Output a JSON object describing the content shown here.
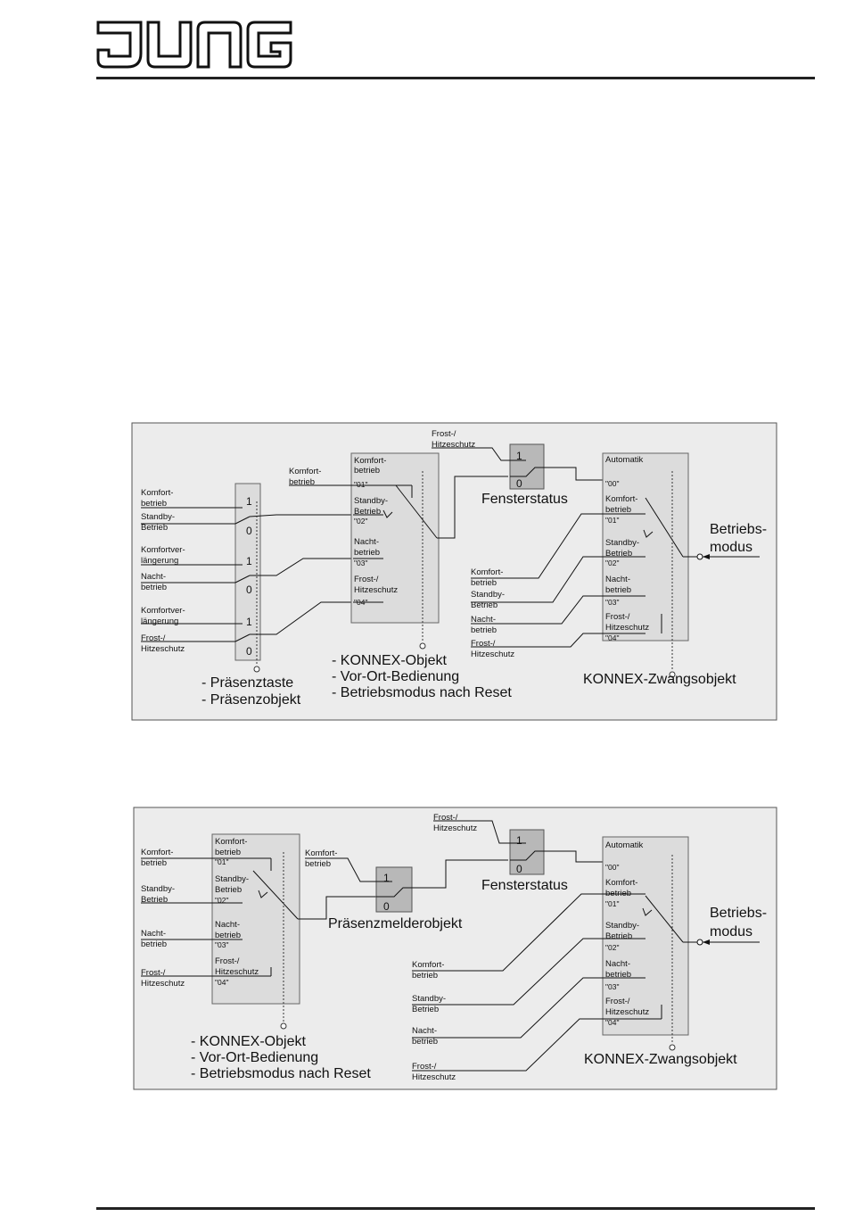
{
  "header": {
    "logo_text": "JUNG"
  },
  "diagram1": {
    "presence_box": {
      "inputs": [
        {
          "label_1": "Komfort-",
          "label_2": "betrieb"
        },
        {
          "label_1": "Standby-",
          "label_2": "Betrieb"
        },
        {
          "label_1": "Komfortver-",
          "label_2": "längerung"
        },
        {
          "label_1": "Nacht-",
          "label_2": "betrieb"
        },
        {
          "label_1": "Komfortver-",
          "label_2": "längerung"
        },
        {
          "label_1": "Frost-/",
          "label_2": "Hitzeschutz"
        }
      ],
      "switch_values": [
        "1",
        "0",
        "1",
        "0",
        "1",
        "0"
      ],
      "caption": [
        "- Präsenztaste",
        "- Präsenzobjekt"
      ]
    },
    "konnex_box": {
      "input_label_1": "Komfort-",
      "input_label_2": "betrieb",
      "modes": [
        {
          "label_1": "Komfort-",
          "label_2": "betrieb",
          "code": "\"01\""
        },
        {
          "label_1": "Standby-",
          "label_2": "Betrieb",
          "code": "\"02\""
        },
        {
          "label_1": "Nacht-",
          "label_2": "betrieb",
          "code": "\"03\""
        },
        {
          "label_1": "Frost-/",
          "label_2": "Hitzeschutz",
          "code": "\"04\""
        }
      ],
      "caption": [
        "- KONNEX-Objekt",
        "- Vor-Ort-Bedienung",
        "- Betriebsmodus nach Reset"
      ]
    },
    "window_box": {
      "input_label_1": "Frost-/",
      "input_label_2": "Hitzeschutz",
      "values": [
        "1",
        "0"
      ],
      "caption": "Fensterstatus"
    },
    "forced_box": {
      "modes": [
        {
          "label_1": "Automatik",
          "label_2": "",
          "code": "\"00\""
        },
        {
          "label_1": "Komfort-",
          "label_2": "betrieb",
          "code": "\"01\""
        },
        {
          "label_1": "Standby-",
          "label_2": "Betrieb",
          "code": "\"02\""
        },
        {
          "label_1": "Nacht-",
          "label_2": "betrieb",
          "code": "\"03\""
        },
        {
          "label_1": "Frost-/",
          "label_2": "Hitzeschutz",
          "code": "\"04\""
        }
      ],
      "inputs": [
        {
          "label_1": "Komfort-",
          "label_2": "betrieb"
        },
        {
          "label_1": "Standby-",
          "label_2": "Betrieb"
        },
        {
          "label_1": "Nacht-",
          "label_2": "betrieb"
        },
        {
          "label_1": "Frost-/",
          "label_2": "Hitzeschutz"
        }
      ],
      "caption": "KONNEX-Zwangsobjekt"
    },
    "output": {
      "label_1": "Betriebs-",
      "label_2": "modus"
    }
  },
  "diagram2": {
    "konnex_box": {
      "inputs": [
        {
          "label_1": "Komfort-",
          "label_2": "betrieb"
        },
        {
          "label_1": "Standby-",
          "label_2": "Betrieb"
        },
        {
          "label_1": "Nacht-",
          "label_2": "betrieb"
        },
        {
          "label_1": "Frost-/",
          "label_2": "Hitzeschutz"
        }
      ],
      "modes": [
        {
          "label_1": "Komfort-",
          "label_2": "betrieb",
          "code": "\"01\""
        },
        {
          "label_1": "Standby-",
          "label_2": "Betrieb",
          "code": "\"02\""
        },
        {
          "label_1": "Nacht-",
          "label_2": "betrieb",
          "code": "\"03\""
        },
        {
          "label_1": "Frost-/",
          "label_2": "Hitzeschutz",
          "code": "\"04\""
        }
      ],
      "caption": [
        "- KONNEX-Objekt",
        "- Vor-Ort-Bedienung",
        "- Betriebsmodus nach Reset"
      ]
    },
    "presence_box": {
      "input_label_1": "Komfort-",
      "input_label_2": "betrieb",
      "values": [
        "1",
        "0"
      ],
      "caption": "Präsenzmelderobjekt"
    },
    "window_box": {
      "input_label_1": "Frost-/",
      "input_label_2": "Hitzeschutz",
      "values": [
        "1",
        "0"
      ],
      "caption": "Fensterstatus"
    },
    "forced_box": {
      "modes": [
        {
          "label_1": "Automatik",
          "label_2": "",
          "code": "\"00\""
        },
        {
          "label_1": "Komfort-",
          "label_2": "betrieb",
          "code": "\"01\""
        },
        {
          "label_1": "Standby-",
          "label_2": "Betrieb",
          "code": "\"02\""
        },
        {
          "label_1": "Nacht-",
          "label_2": "betrieb",
          "code": "\"03\""
        },
        {
          "label_1": "Frost-/",
          "label_2": "Hitzeschutz",
          "code": "\"04\""
        }
      ],
      "inputs": [
        {
          "label_1": "Komfort-",
          "label_2": "betrieb"
        },
        {
          "label_1": "Standby-",
          "label_2": "Betrieb"
        },
        {
          "label_1": "Nacht-",
          "label_2": "betrieb"
        },
        {
          "label_1": "Frost-/",
          "label_2": "Hitzeschutz"
        }
      ],
      "caption": "KONNEX-Zwangsobjekt"
    },
    "output": {
      "label_1": "Betriebs-",
      "label_2": "modus"
    }
  }
}
